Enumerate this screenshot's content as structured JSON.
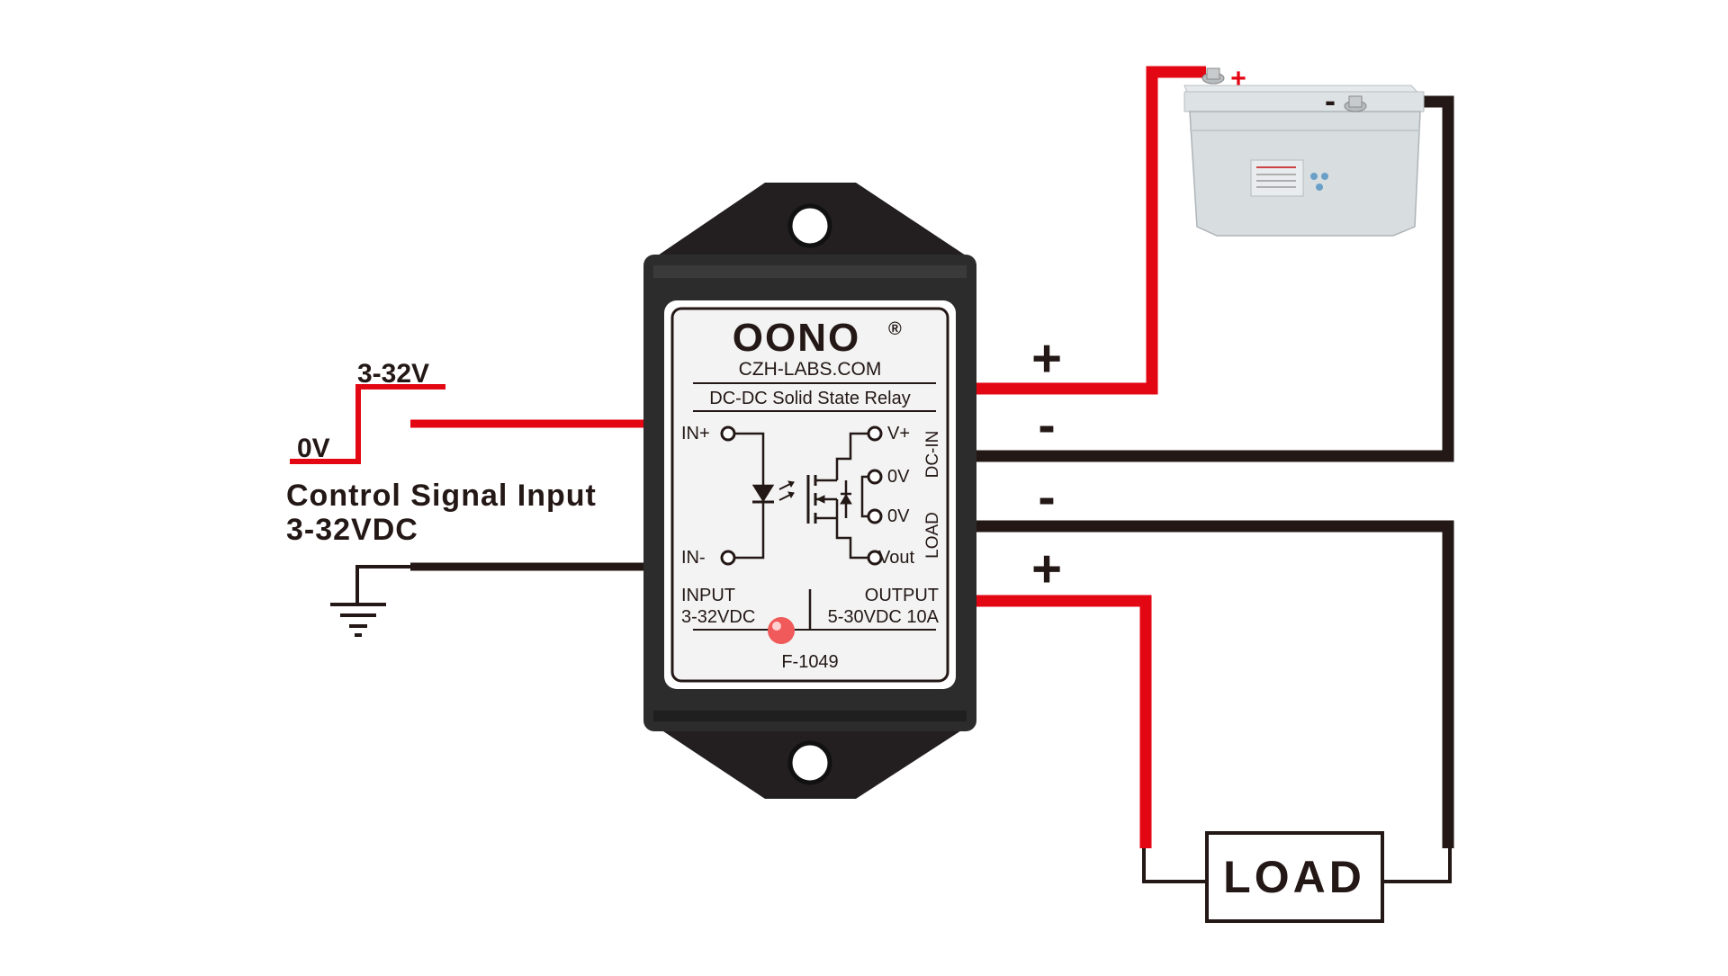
{
  "colors": {
    "wire_positive": "#e30613",
    "wire_negative": "#231815",
    "relay_body": "#2c2c2c",
    "label_panel": "#f3f3f3",
    "battery_body": "#d8dde0",
    "indicator_led": "#f05a5a"
  },
  "control_signal": {
    "high_label": "3-32V",
    "low_label": "0V",
    "title": "Control Signal Input",
    "range": "3-32VDC",
    "ground_icon": "ground-symbol-icon"
  },
  "relay": {
    "brand": "OONO",
    "registered_mark": "®",
    "website": "CZH-LABS.COM",
    "type": "DC-DC Solid State Relay",
    "pins": {
      "in_plus": "IN+",
      "in_minus": "IN-",
      "v_plus": "V+",
      "zero_v_1": "0V",
      "zero_v_2": "0V",
      "vout": "Vout"
    },
    "side_labels": {
      "dc_in": "DC-IN",
      "load": "LOAD"
    },
    "input_label": "INPUT",
    "input_range": "3-32VDC",
    "output_label": "OUTPUT",
    "output_range": "5-30VDC 10A",
    "model": "F-1049"
  },
  "output_side": {
    "dc_in_plus": "+",
    "dc_in_minus": "-",
    "load_minus": "-",
    "load_plus": "+"
  },
  "battery": {
    "plus_terminal": "+",
    "minus_terminal": "-"
  },
  "load": {
    "label": "LOAD"
  }
}
